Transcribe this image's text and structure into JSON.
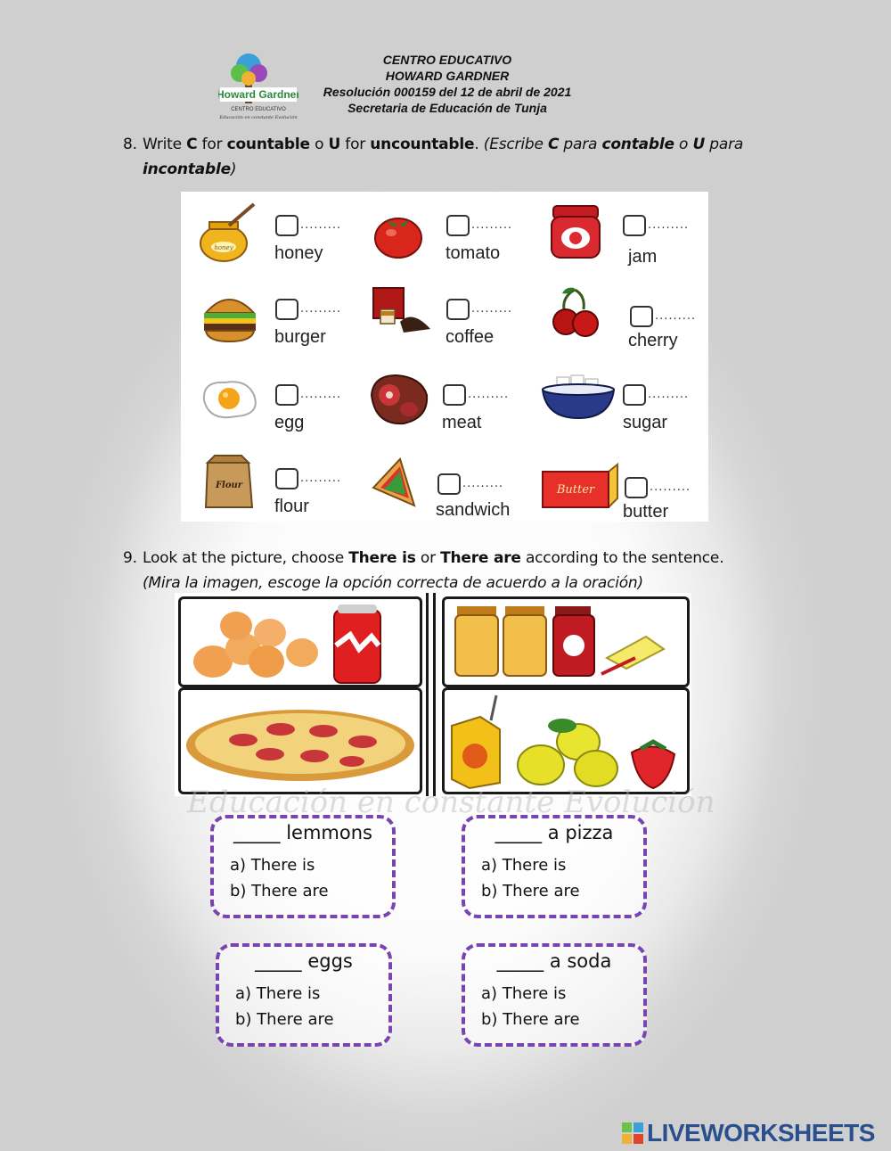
{
  "header": {
    "logo_text": "Howard Gardner",
    "logo_subtext": "CENTRO EDUCATIVO",
    "logo_tagline": "Educación en constante Evolución",
    "line1": "CENTRO EDUCATIVO",
    "line2": "HOWARD GARDNER",
    "line3": "Resolución 000159 del 12 de abril de 2021",
    "line4": "Secretaria de Educación de Tunja"
  },
  "q8": {
    "number": "8.",
    "text_a": "Write ",
    "c": "C",
    "text_b": " for ",
    "countable": "countable",
    "text_c": " o ",
    "u": "U",
    "text_d": " for ",
    "uncountable": "uncountable",
    "text_e": ". ",
    "es_a": "(Escribe ",
    "es_c": "C",
    "es_b": " para ",
    "es_contable": "contable",
    "es_o": " o ",
    "es_u": "U",
    "es_para": " para",
    "es_incontable": "incontable",
    "es_end": ")"
  },
  "foods": [
    {
      "label": "honey",
      "dots": ".........",
      "icon": "honey-pot-icon"
    },
    {
      "label": "tomato",
      "dots": ".........",
      "icon": "tomato-icon"
    },
    {
      "label": "jam",
      "dots": ".........",
      "icon": "jam-jar-icon"
    },
    {
      "label": "burger",
      "dots": ".........",
      "icon": "burger-icon"
    },
    {
      "label": "coffee",
      "dots": ".........",
      "icon": "coffee-icon"
    },
    {
      "label": "cherry",
      "dots": ".........",
      "icon": "cherry-icon"
    },
    {
      "label": "egg",
      "dots": ".........",
      "icon": "egg-icon"
    },
    {
      "label": "meat",
      "dots": ".........",
      "icon": "meat-icon"
    },
    {
      "label": "sugar",
      "dots": ".........",
      "icon": "sugar-bowl-icon"
    },
    {
      "label": "flour",
      "dots": ".........",
      "icon": "flour-bag-icon"
    },
    {
      "label": "sandwich",
      "dots": ".........",
      "icon": "sandwich-icon"
    },
    {
      "label": "butter",
      "dots": ".........",
      "icon": "butter-icon"
    }
  ],
  "food_pack_text": {
    "honey": "honey",
    "flour": "Flour",
    "butter": "Butter"
  },
  "q9": {
    "number": "9.",
    "text_a": "Look at the picture, choose ",
    "there_is": "There is",
    "text_b": " or ",
    "there_are": "There are",
    "text_c": " according to the sentence.",
    "es": "(Mira la imagen, escoge la opción correcta de acuerdo a la oración)"
  },
  "watermark": "Educación en constante Evolución",
  "cards": [
    {
      "title": "_____ lemmons",
      "a": "a) There is",
      "b": "b) There are"
    },
    {
      "title": "_____ a pizza",
      "a": "a) There is",
      "b": "b) There are"
    },
    {
      "title": "_____ eggs",
      "a": "a) There is",
      "b": "b) There are"
    },
    {
      "title": "_____ a soda",
      "a": "a) There is",
      "b": "b) There are"
    }
  ],
  "footer": {
    "brand": "LIVEWORKSHEETS"
  },
  "colors": {
    "card_border": "#7a44b0",
    "brand_blue": "#2a4f8f"
  }
}
